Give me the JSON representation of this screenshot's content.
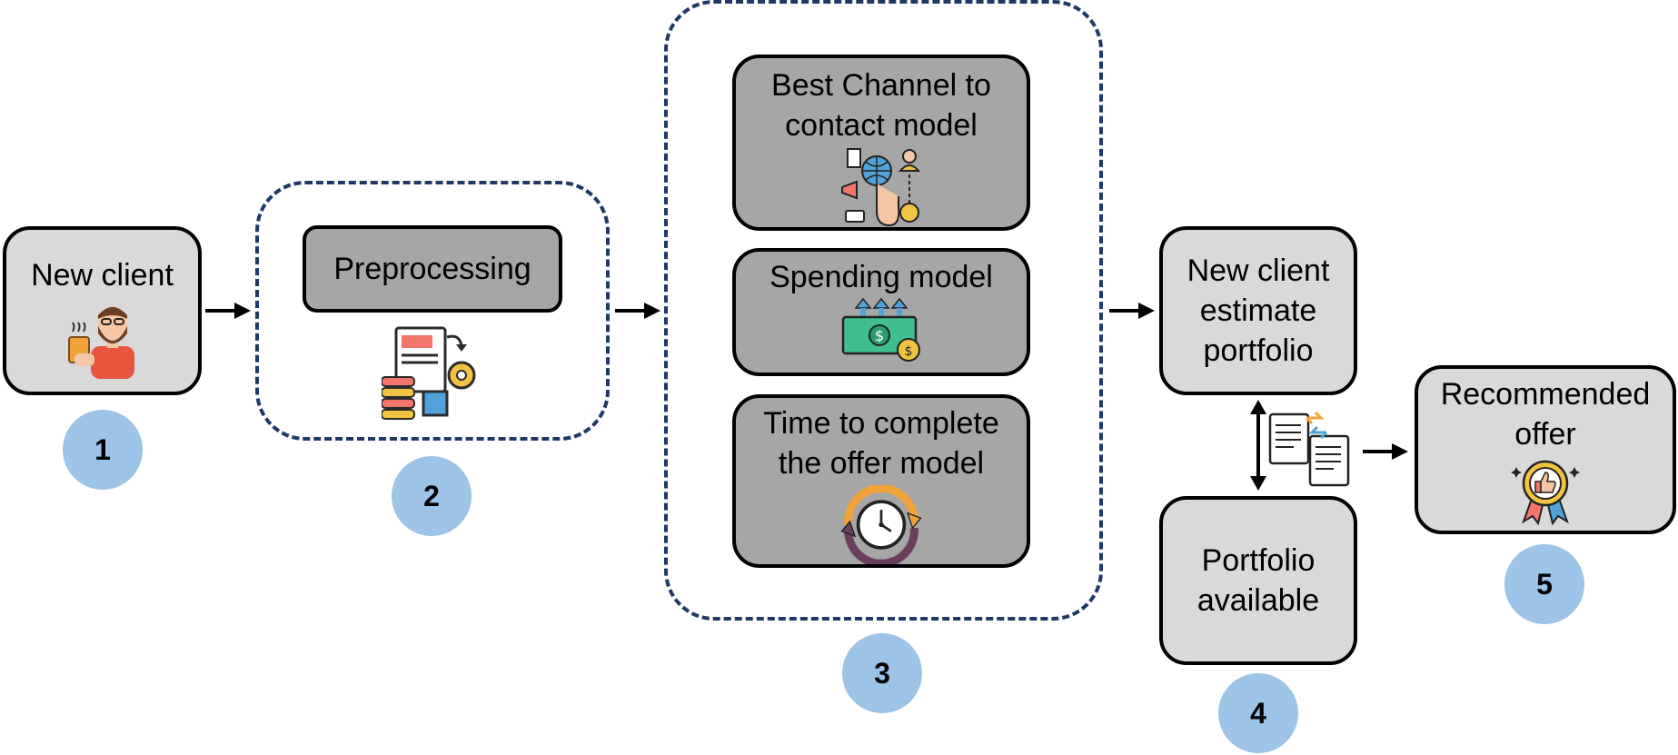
{
  "steps": {
    "new_client": {
      "label": "New client",
      "number": "1"
    },
    "preprocessing": {
      "label": "Preprocessing",
      "number": "2"
    },
    "models": {
      "number": "3",
      "best_channel": "Best Channel to\ncontact model",
      "spending": "Spending model",
      "time_to_complete": "Time to complete\nthe offer model"
    },
    "portfolio": {
      "number": "4",
      "estimate": "New client\nestimate\nportfolio",
      "available": "Portfolio\navailable"
    },
    "recommended": {
      "label": "Recommended\noffer",
      "number": "5"
    }
  },
  "colors": {
    "box_light": "#d9d9d9",
    "box_dark": "#a6a6a6",
    "dashed_border": "#1f3864",
    "badge": "#9dc3e6"
  },
  "icons": [
    "person-coffee-icon",
    "documents-gear-icon",
    "channel-network-icon",
    "money-growth-icon",
    "clock-cycle-icon",
    "documents-exchange-icon",
    "award-thumbs-up-icon"
  ]
}
